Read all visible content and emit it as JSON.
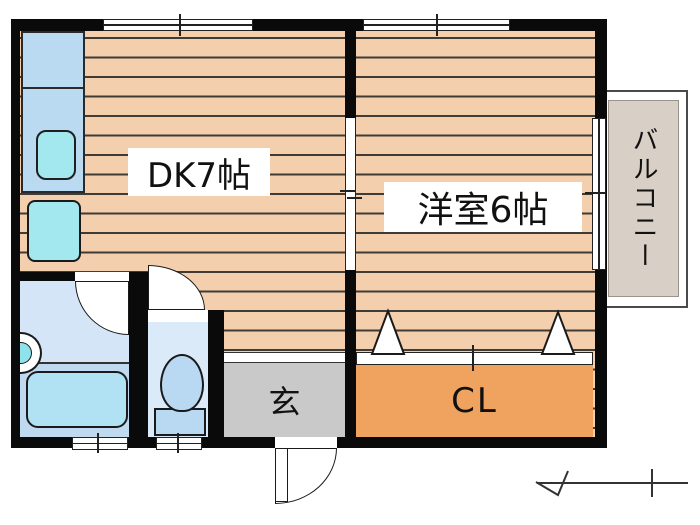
{
  "rooms": {
    "dining_kitchen": {
      "label": "DK7帖"
    },
    "western_room": {
      "label": "洋室6帖"
    },
    "balcony": {
      "label": "バルコニー"
    },
    "entrance": {
      "label": "玄"
    },
    "closet": {
      "label": "CL"
    }
  },
  "colors": {
    "wall": "#0a0a0a",
    "wood_floor": "#f4cfae",
    "floor_stripe": "#413b36",
    "entrance_gray": "#c9c9c9",
    "closet_orange": "#f0a35e",
    "balcony_fill": "#d8cfc7",
    "counter_blue": "#badaf2",
    "sink_cyan": "#a2e8ee",
    "bath_upper": "#d3e5f6",
    "bath_lower": "#bfd9f1",
    "bathtub_cyan": "#b0e2f4",
    "basin_cyan": "#8ee2ec",
    "toilet_room_blue": "#dbeaf8",
    "fixture_blue": "#b9d8f2"
  }
}
